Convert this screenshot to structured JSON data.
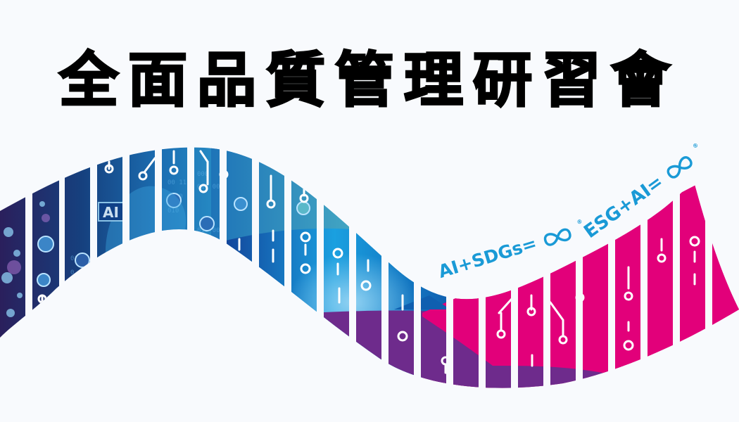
{
  "banner": {
    "title": "全面品質管理研習會",
    "formula_1": "AI+SDGs=",
    "formula_2": "ESG+AI=",
    "infinity_icon": "infinity-loop-icon",
    "registered_mark": "®"
  },
  "graphic": {
    "stripe_colors": [
      "#0d2a66",
      "#1553a6",
      "#1b86c8",
      "#35b3c4",
      "#1e3f9e",
      "#6a2b8a",
      "#e2007a"
    ],
    "accent_blue": "#1a9ad6",
    "accent_magenta": "#e2007a",
    "accent_purple": "#6e2b8c",
    "embedded_labels": [
      "AI"
    ]
  }
}
